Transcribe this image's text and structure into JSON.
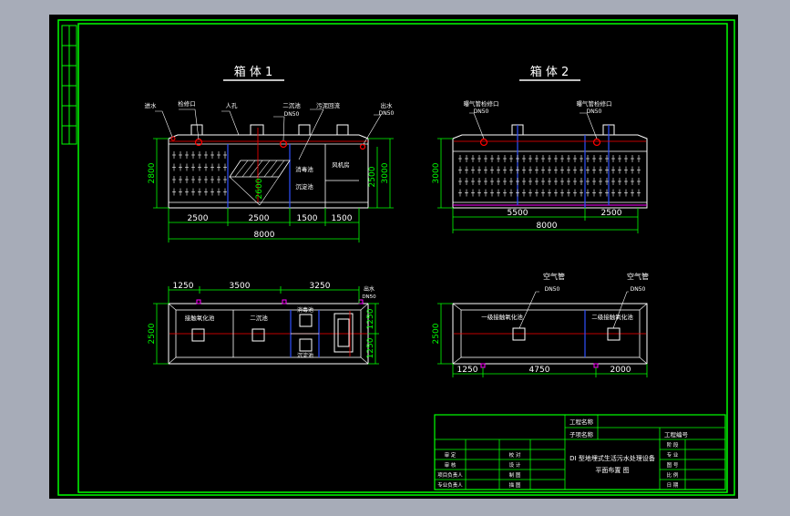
{
  "colors": {
    "background": "#a7acb8",
    "canvas": "#000000",
    "border": "#00ff00",
    "outline": "#ffffff",
    "dimension": "#00ff00",
    "label": "#ffffff",
    "cyan": "#00ffff",
    "red": "#ff0000",
    "blue": "#3050ff",
    "yellow": "#ffff00",
    "magenta": "#ff00ff"
  },
  "views": {
    "box1_title": "箱 体 1",
    "box2_title": "箱 体 2",
    "box1_elev_labels": {
      "l1": "进水",
      "l2": "检修口",
      "l3": "人孔",
      "l4": "二沉池",
      "l5": "DN50",
      "l6": "污泥回流",
      "l7": "出水",
      "l8": "DN50",
      "r1": "消毒池",
      "r2": "沉淀池",
      "r3": "风机房"
    },
    "box1_elev_dims": {
      "h_left": "2800",
      "h_inner": "2600",
      "h_right1": "2500",
      "h_right2": "3000",
      "w": [
        "2500",
        "2500",
        "1500",
        "1500"
      ],
      "total": "8000"
    },
    "box2_elev_labels": {
      "l1": "曝气管检修口",
      "l2": "DN50",
      "l3": "曝气管检修口",
      "l4": "DN50"
    },
    "box2_elev_dims": {
      "h_left": "3000",
      "w": [
        "5500",
        "2500"
      ],
      "total": "8000"
    },
    "box1_plan_labels": {
      "p1": "接触氧化池",
      "p2": "二沉池",
      "p3": "消毒池",
      "p4": "沉淀池",
      "outlet": "出水",
      "outlet_dn": "DN50"
    },
    "box1_plan_dims": {
      "top": [
        "1250",
        "3500",
        "3250"
      ],
      "left": "2500",
      "right1": "1250",
      "right2": "1250"
    },
    "box2_plan_labels": {
      "air1": "空气管",
      "air1_dn": "DN50",
      "air2": "空气管",
      "air2_dn": "DN50",
      "zone1": "一级接触氧化池",
      "zone2": "二级接触氧化池"
    },
    "box2_plan_dims": {
      "left": "2500",
      "bottom": [
        "1250",
        "4750",
        "2000"
      ]
    }
  },
  "title_block": {
    "project_name_label": "工程名称",
    "sub_project_label": "子项名称",
    "project_no_label": "工程编号",
    "drawing_title_line1": "DI 型地埋式生活污水处理设备",
    "drawing_title_line2": "平面布置 图",
    "left_cells": [
      [
        "审 定",
        "",
        "校 对",
        ""
      ],
      [
        "审 核",
        "",
        "设 计",
        ""
      ],
      [
        "项目负责人",
        "",
        "制 图",
        ""
      ],
      [
        "专业负责人",
        "",
        "描 图",
        ""
      ]
    ],
    "right_cells": [
      "阶 段",
      "专 业",
      "图 号",
      "比 例",
      "日 期"
    ]
  }
}
